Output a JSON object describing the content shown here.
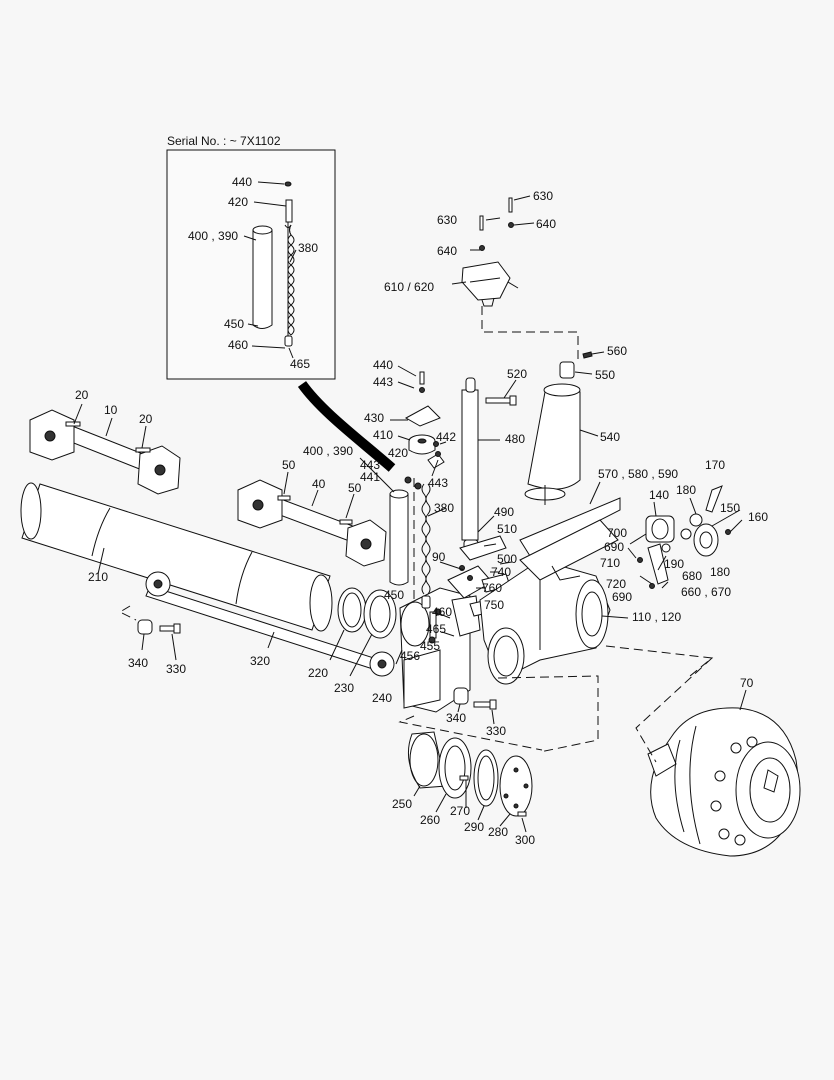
{
  "inset": {
    "serial_label": "Serial No. : ~ 7X1102"
  },
  "callouts": [
    {
      "label": "440"
    },
    {
      "label": "420"
    },
    {
      "label": "400 , 390"
    },
    {
      "label": "380"
    },
    {
      "label": "450"
    },
    {
      "label": "460"
    },
    {
      "label": "465"
    },
    {
      "label": "630"
    },
    {
      "label": "630"
    },
    {
      "label": "640"
    },
    {
      "label": "640"
    },
    {
      "label": "610 / 620"
    },
    {
      "label": "560"
    },
    {
      "label": "550"
    },
    {
      "label": "440"
    },
    {
      "label": "443"
    },
    {
      "label": "520"
    },
    {
      "label": "430"
    },
    {
      "label": "410"
    },
    {
      "label": "442"
    },
    {
      "label": "480"
    },
    {
      "label": "540"
    },
    {
      "label": "420"
    },
    {
      "label": "443"
    },
    {
      "label": "443"
    },
    {
      "label": "441"
    },
    {
      "label": "400 , 390"
    },
    {
      "label": "20"
    },
    {
      "label": "10"
    },
    {
      "label": "20"
    },
    {
      "label": "50"
    },
    {
      "label": "40"
    },
    {
      "label": "50"
    },
    {
      "label": "380"
    },
    {
      "label": "570 , 580 , 590"
    },
    {
      "label": "170"
    },
    {
      "label": "140"
    },
    {
      "label": "180"
    },
    {
      "label": "150"
    },
    {
      "label": "160"
    },
    {
      "label": "490"
    },
    {
      "label": "510"
    },
    {
      "label": "700"
    },
    {
      "label": "690"
    },
    {
      "label": "190"
    },
    {
      "label": "500"
    },
    {
      "label": "90"
    },
    {
      "label": "740"
    },
    {
      "label": "710"
    },
    {
      "label": "180"
    },
    {
      "label": "680"
    },
    {
      "label": "760"
    },
    {
      "label": "720"
    },
    {
      "label": "210"
    },
    {
      "label": "690"
    },
    {
      "label": "660 , 670"
    },
    {
      "label": "750"
    },
    {
      "label": "450"
    },
    {
      "label": "460"
    },
    {
      "label": "110 , 120"
    },
    {
      "label": "465"
    },
    {
      "label": "455"
    },
    {
      "label": "456"
    },
    {
      "label": "340"
    },
    {
      "label": "330"
    },
    {
      "label": "320"
    },
    {
      "label": "220"
    },
    {
      "label": "230"
    },
    {
      "label": "240"
    },
    {
      "label": "70"
    },
    {
      "label": "340"
    },
    {
      "label": "330"
    },
    {
      "label": "250"
    },
    {
      "label": "260"
    },
    {
      "label": "270"
    },
    {
      "label": "290"
    },
    {
      "label": "280"
    },
    {
      "label": "300"
    }
  ]
}
